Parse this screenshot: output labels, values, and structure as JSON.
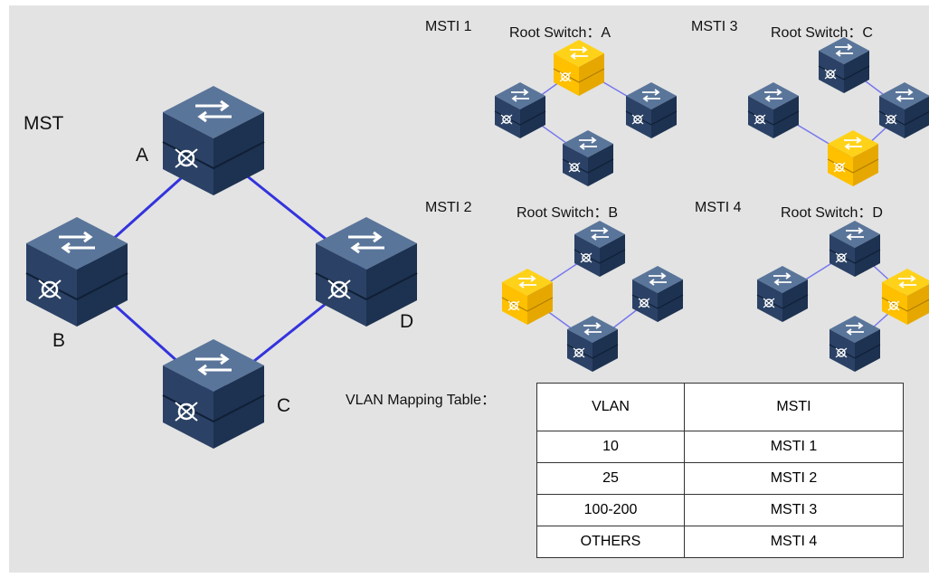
{
  "main_diagram": {
    "label": "MST",
    "nodes": [
      "A",
      "B",
      "C",
      "D"
    ]
  },
  "instances": [
    {
      "label": "MSTI 1",
      "root": "Root Switch：A"
    },
    {
      "label": "MSTI 2",
      "root": "Root Switch：B"
    },
    {
      "label": "MSTI 3",
      "root": "Root Switch：C"
    },
    {
      "label": "MSTI 4",
      "root": "Root Switch：D"
    }
  ],
  "vlan_table": {
    "title": "VLAN Mapping Table：",
    "headers": [
      "VLAN",
      "MSTI"
    ],
    "rows": [
      [
        "10",
        "MSTI 1"
      ],
      [
        "25",
        "MSTI 2"
      ],
      [
        "100-200",
        "MSTI 3"
      ],
      [
        "OTHERS",
        "MSTI 4"
      ]
    ]
  },
  "colors": {
    "background": "#e3e3e3",
    "link": "#3333dd",
    "link_small": "#7777ee",
    "switch_top": "#4f6a8e",
    "switch_side": "#243a5c",
    "root_top": "#ffd21a",
    "root_side": "#e6a800"
  }
}
